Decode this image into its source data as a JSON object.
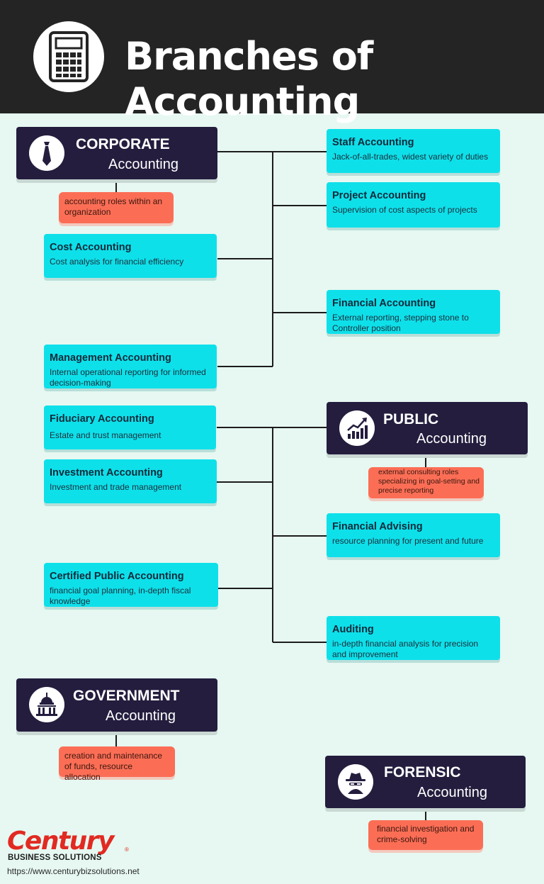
{
  "header": {
    "title": "Branches of Accounting",
    "icon": "calculator-icon"
  },
  "categories": {
    "corporate": {
      "name": "CORPORATE",
      "sub": "Accounting",
      "icon": "necktie-icon",
      "note": "accounting roles within an organization"
    },
    "public": {
      "name": "PUBLIC",
      "sub": "Accounting",
      "icon": "growth-chart-icon",
      "note": "external consulting roles specializing in goal-setting and precise reporting"
    },
    "government": {
      "name": "GOVERNMENT",
      "sub": "Accounting",
      "icon": "capitol-building-icon",
      "note": "creation and maintenance of funds, resource allocation"
    },
    "forensic": {
      "name": "FORENSIC",
      "sub": "Accounting",
      "icon": "detective-icon",
      "note": "financial investigation and crime-solving"
    }
  },
  "corporate_branches": [
    {
      "title": "Staff Accounting",
      "desc": "Jack-of-all-trades, widest variety of duties"
    },
    {
      "title": "Project Accounting",
      "desc": "Supervision of cost aspects of projects"
    },
    {
      "title": "Cost Accounting",
      "desc": "Cost analysis for financial efficiency"
    },
    {
      "title": "Financial Accounting",
      "desc": "External reporting, stepping stone to Controller position"
    },
    {
      "title": "Management Accounting",
      "desc": "Internal operational reporting for informed decision-making"
    }
  ],
  "public_branches": [
    {
      "title": "Fiduciary Accounting",
      "desc": "Estate and trust management"
    },
    {
      "title": "Investment Accounting",
      "desc": "Investment and trade management"
    },
    {
      "title": "Financial Advising",
      "desc": "resource planning for present and future"
    },
    {
      "title": "Certified Public Accounting",
      "desc": "financial goal planning, in-depth fiscal knowledge"
    },
    {
      "title": "Auditing",
      "desc": "in-depth financial analysis for precision and improvement"
    }
  ],
  "footer": {
    "brand": "Century",
    "brand_sub": "BUSINESS SOLUTIONS",
    "registered": "®",
    "url": "https://www.centurybizsolutions.net"
  },
  "colors": {
    "header_bg": "#242424",
    "page_bg": "#e6f8f1",
    "category_bg": "#241d3e",
    "branch_bg": "#0ee0ea",
    "note_bg": "#fb6e55",
    "brand_red": "#e12a22"
  }
}
